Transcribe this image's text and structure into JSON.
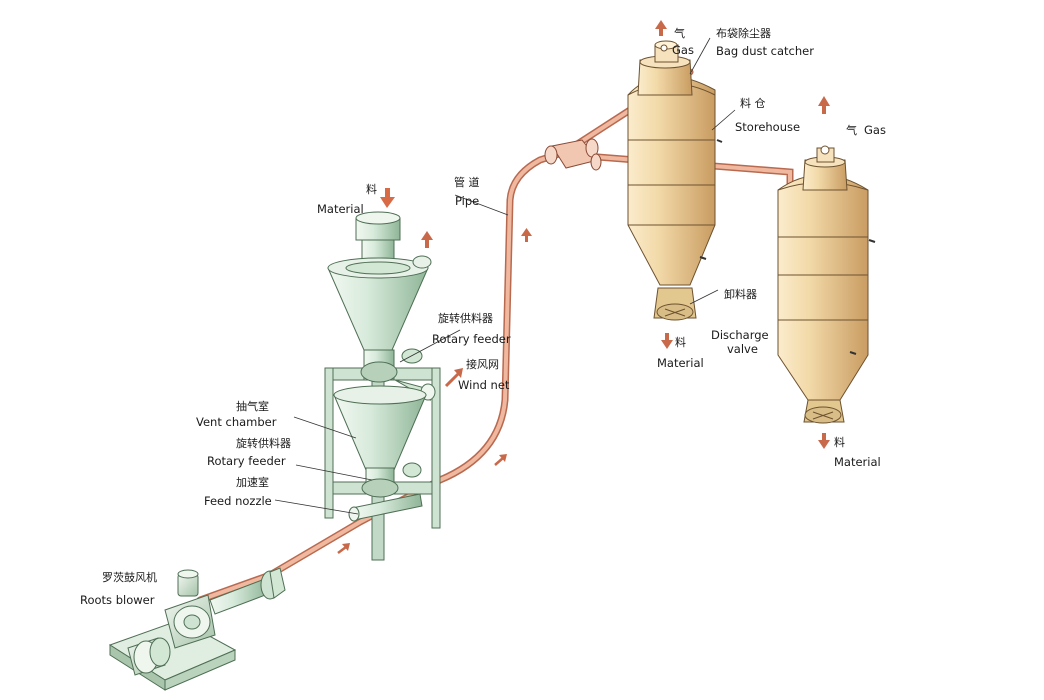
{
  "colors": {
    "pipe": "#e6a48a",
    "pipe_edge": "#b86a50",
    "tank_fill": "#f2d9a8",
    "tank_shade": "#d8b37a",
    "green_fill": "#dfeee0",
    "green_shade": "#9fc4a6",
    "arrow_up": "#c8694a",
    "arrow_down": "#d07050",
    "ink": "#1a1a1a"
  },
  "labels": {
    "material_top_cn": "料",
    "material_top_en": "Material",
    "pipe_cn": "管 道",
    "pipe_en": "Pipe",
    "gas1_cn": "气",
    "gas1_en": "Gas",
    "bag_cn": "布袋除尘器",
    "bag_en": "Bag dust catcher",
    "storehouse_cn": "料 仓",
    "storehouse_en": "Storehouse",
    "gas2_cn": "气",
    "gas2_en": "Gas",
    "rotary1_cn": "旋转供料器",
    "rotary1_en": "Rotary feeder",
    "windnet_cn": "接风网",
    "windnet_en": "Wind net",
    "vent_cn": "抽气室",
    "vent_en": "Vent chamber",
    "rotary2_cn": "旋转供料器",
    "rotary2_en": "Rotary feeder",
    "nozzle_cn": "加速室",
    "nozzle_en": "Feed nozzle",
    "blower_cn": "罗茨鼓风机",
    "blower_en": "Roots blower",
    "discharge_cn": "卸料器",
    "discharge_en1": "Discharge",
    "discharge_en2": "valve",
    "material1_cn": "料",
    "material1_en": "Material",
    "material2_cn": "料",
    "material2_en": "Material"
  }
}
